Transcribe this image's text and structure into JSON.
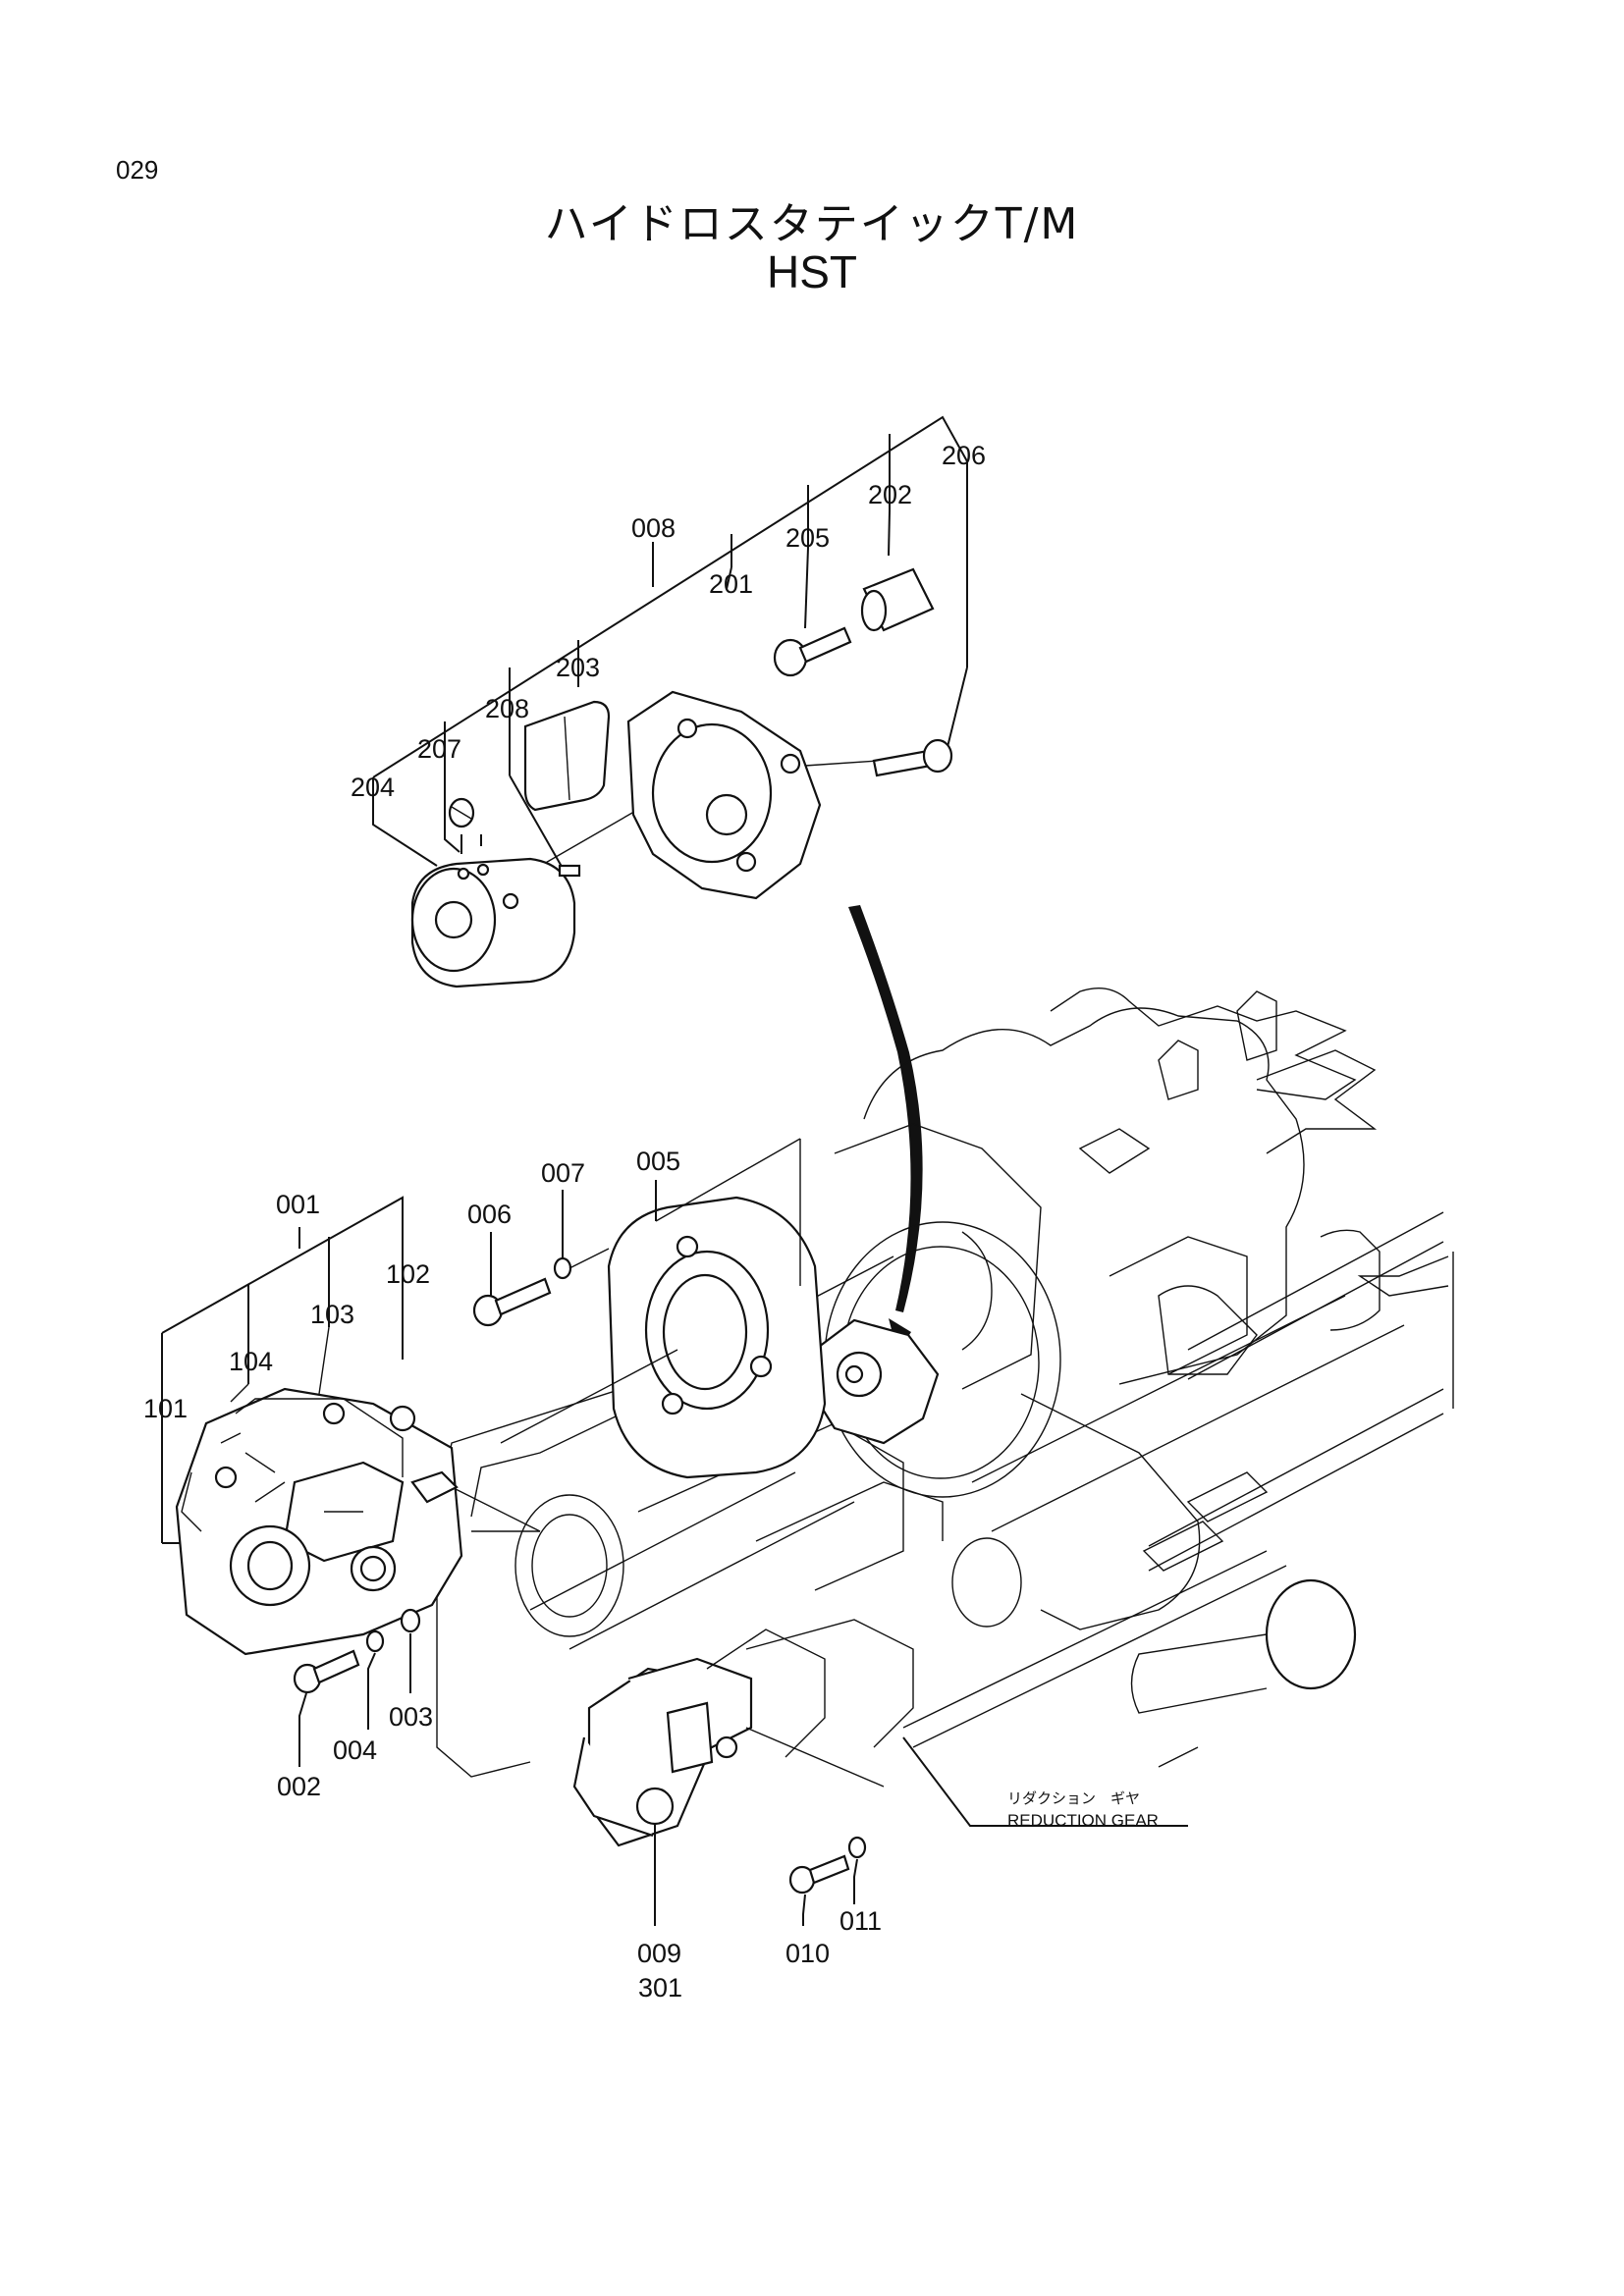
{
  "page_number": "029",
  "title": {
    "japanese": "ハイドロスタテイックT/M",
    "english": "HST"
  },
  "part_labels": {
    "p001": "001",
    "p002": "002",
    "p003": "003",
    "p004": "004",
    "p005": "005",
    "p006": "006",
    "p007": "007",
    "p008": "008",
    "p009": "009",
    "p010": "010",
    "p011": "011",
    "p101": "101",
    "p102": "102",
    "p103": "103",
    "p104": "104",
    "p201": "201",
    "p202": "202",
    "p203": "203",
    "p204": "204",
    "p205": "205",
    "p206": "206",
    "p207": "207",
    "p208": "208",
    "p301": "301"
  },
  "callout": {
    "japanese": "リダクション　ギヤ",
    "english": "REDUCTION GEAR"
  }
}
